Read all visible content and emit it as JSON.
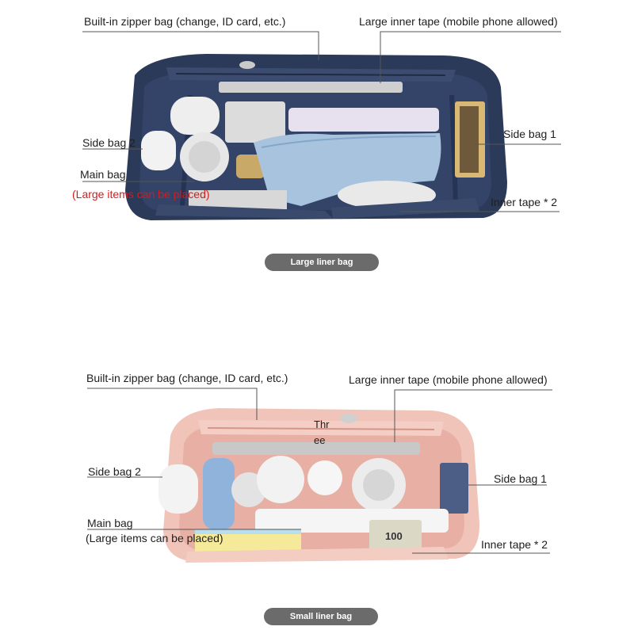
{
  "top": {
    "caption": "Large liner bag",
    "labels": {
      "zipper_bag": "Built-in zipper bag (change, ID card, etc.)",
      "large_inner_tape": "Large inner tape (mobile phone allowed)",
      "side_bag_2": "Side bag 2",
      "side_bag_1": "Side bag 1",
      "main_bag": "Main bag",
      "main_bag_note": "(Large items can be placed)",
      "inner_tape_2": "Inner tape * 2"
    },
    "colors": {
      "felt": "#2c3a5a",
      "felt_light": "#3f4f73",
      "accent_red": "#d21c1c"
    }
  },
  "bottom": {
    "caption": "Small liner bag",
    "labels": {
      "zipper_bag": "Built-in zipper bag (change, ID card, etc.)",
      "large_inner_tape": "Large inner tape (mobile phone allowed)",
      "three": "Thr",
      "three_cont": "ee",
      "side_bag_2": "Side bag 2",
      "side_bag_1": "Side bag 1",
      "main_bag": "Main bag",
      "main_bag_note": "(Large items can be placed)",
      "inner_tape_2": "Inner tape * 2",
      "money": "100"
    },
    "colors": {
      "felt": "#f1c4ba",
      "felt_dark": "#e2a89c"
    }
  }
}
